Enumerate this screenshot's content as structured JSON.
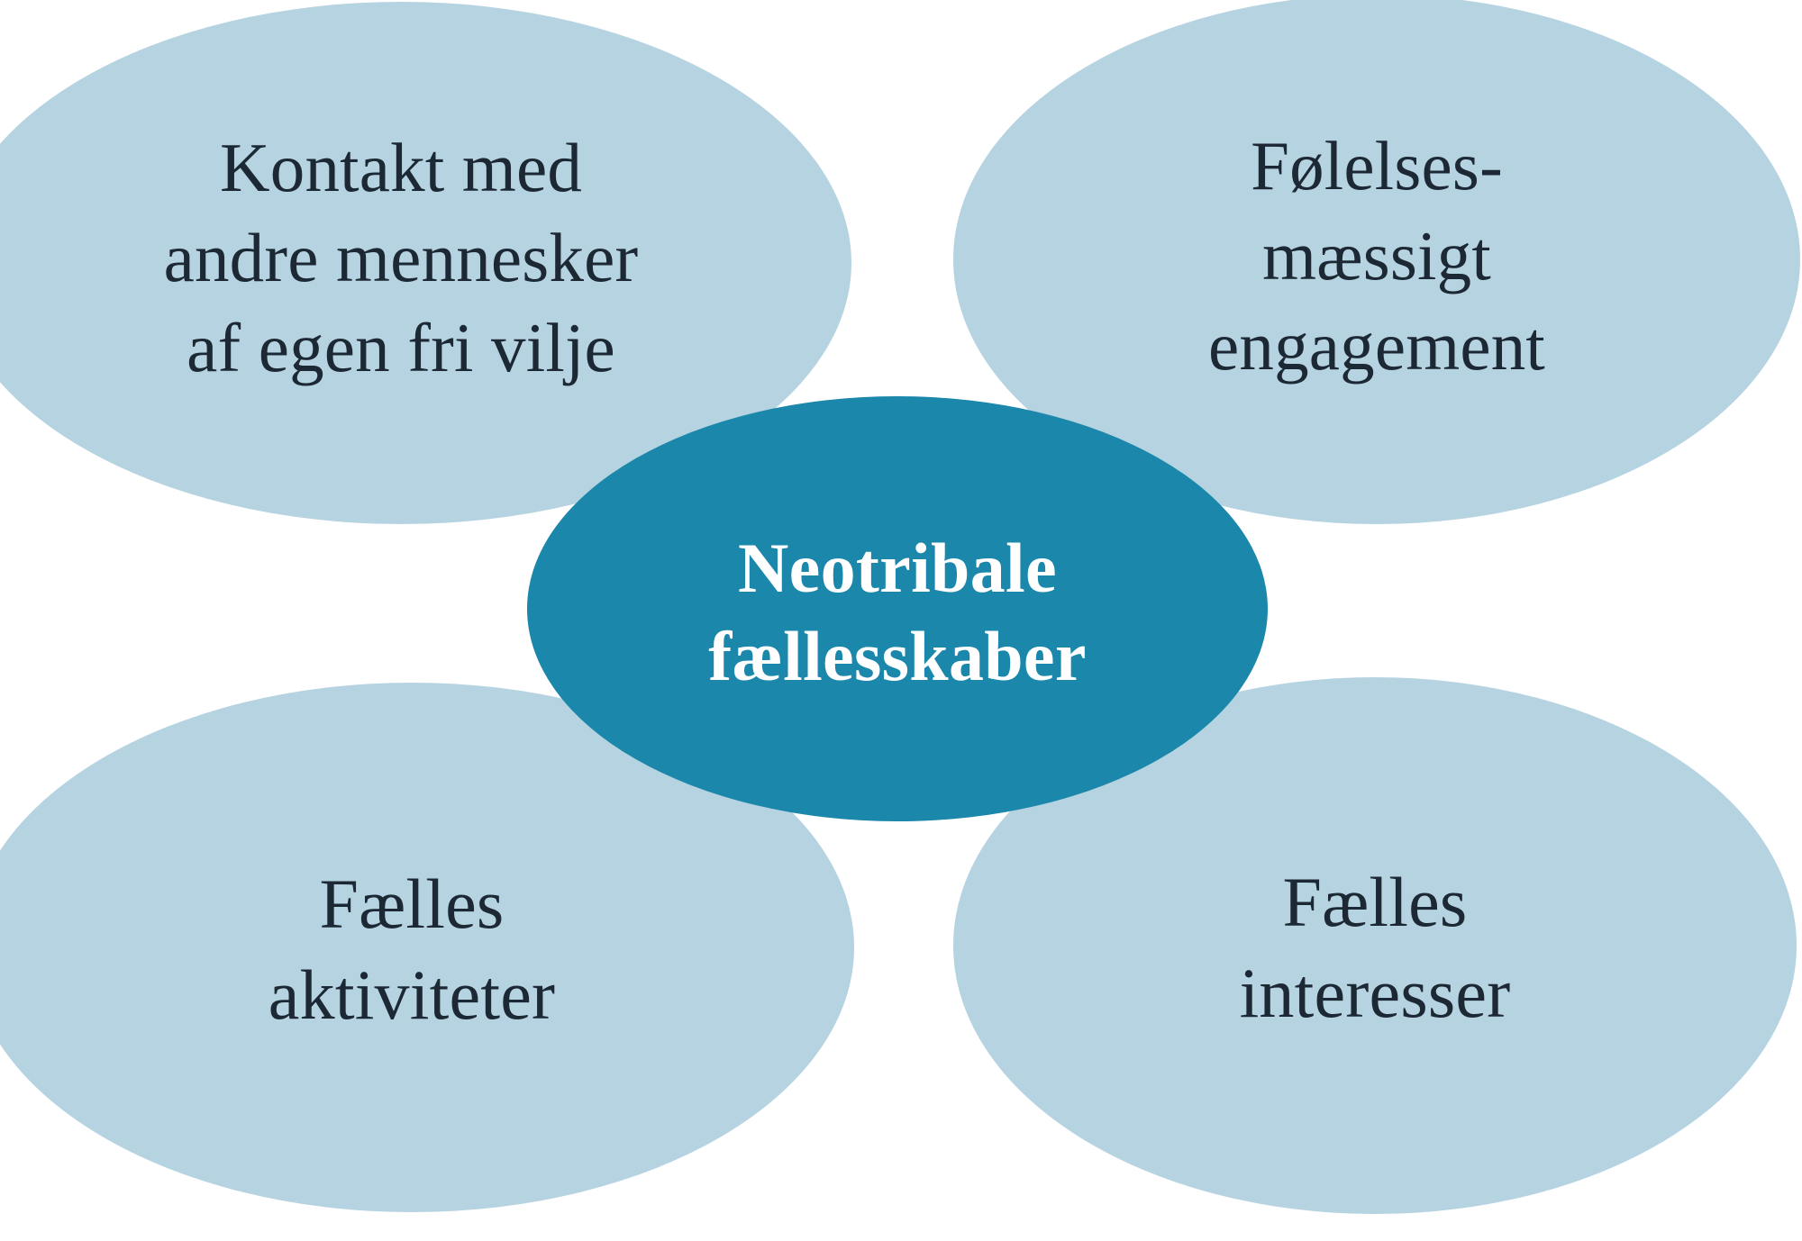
{
  "diagram": {
    "type": "hub-and-spoke-ellipses",
    "background_color": "#ffffff",
    "center": {
      "id": "neotribale-faellesskaber",
      "label": "Neotribale\nfællesskaber",
      "fill_color": "#1a87ab",
      "text_color": "#ffffff"
    },
    "satellites": [
      {
        "id": "kontakt-med-andre-mennesker",
        "position": "top-left",
        "label": "Kontakt med\nandre mennesker\naf egen fri vilje",
        "fill_color": "#b6d3e2",
        "text_color": "#1c2833"
      },
      {
        "id": "foelelsesmaessigt-engagement",
        "position": "top-right",
        "label": "Følelses-\nmæssigt\nengagement",
        "fill_color": "#b6d3e2",
        "text_color": "#1c2833"
      },
      {
        "id": "faelles-aktiviteter",
        "position": "bottom-left",
        "label": "Fælles\naktiviteter",
        "fill_color": "#b6d3e2",
        "text_color": "#1c2833"
      },
      {
        "id": "faelles-interesser",
        "position": "bottom-right",
        "label": "Fælles\ninteresser",
        "fill_color": "#b6d3e2",
        "text_color": "#1c2833"
      }
    ]
  }
}
